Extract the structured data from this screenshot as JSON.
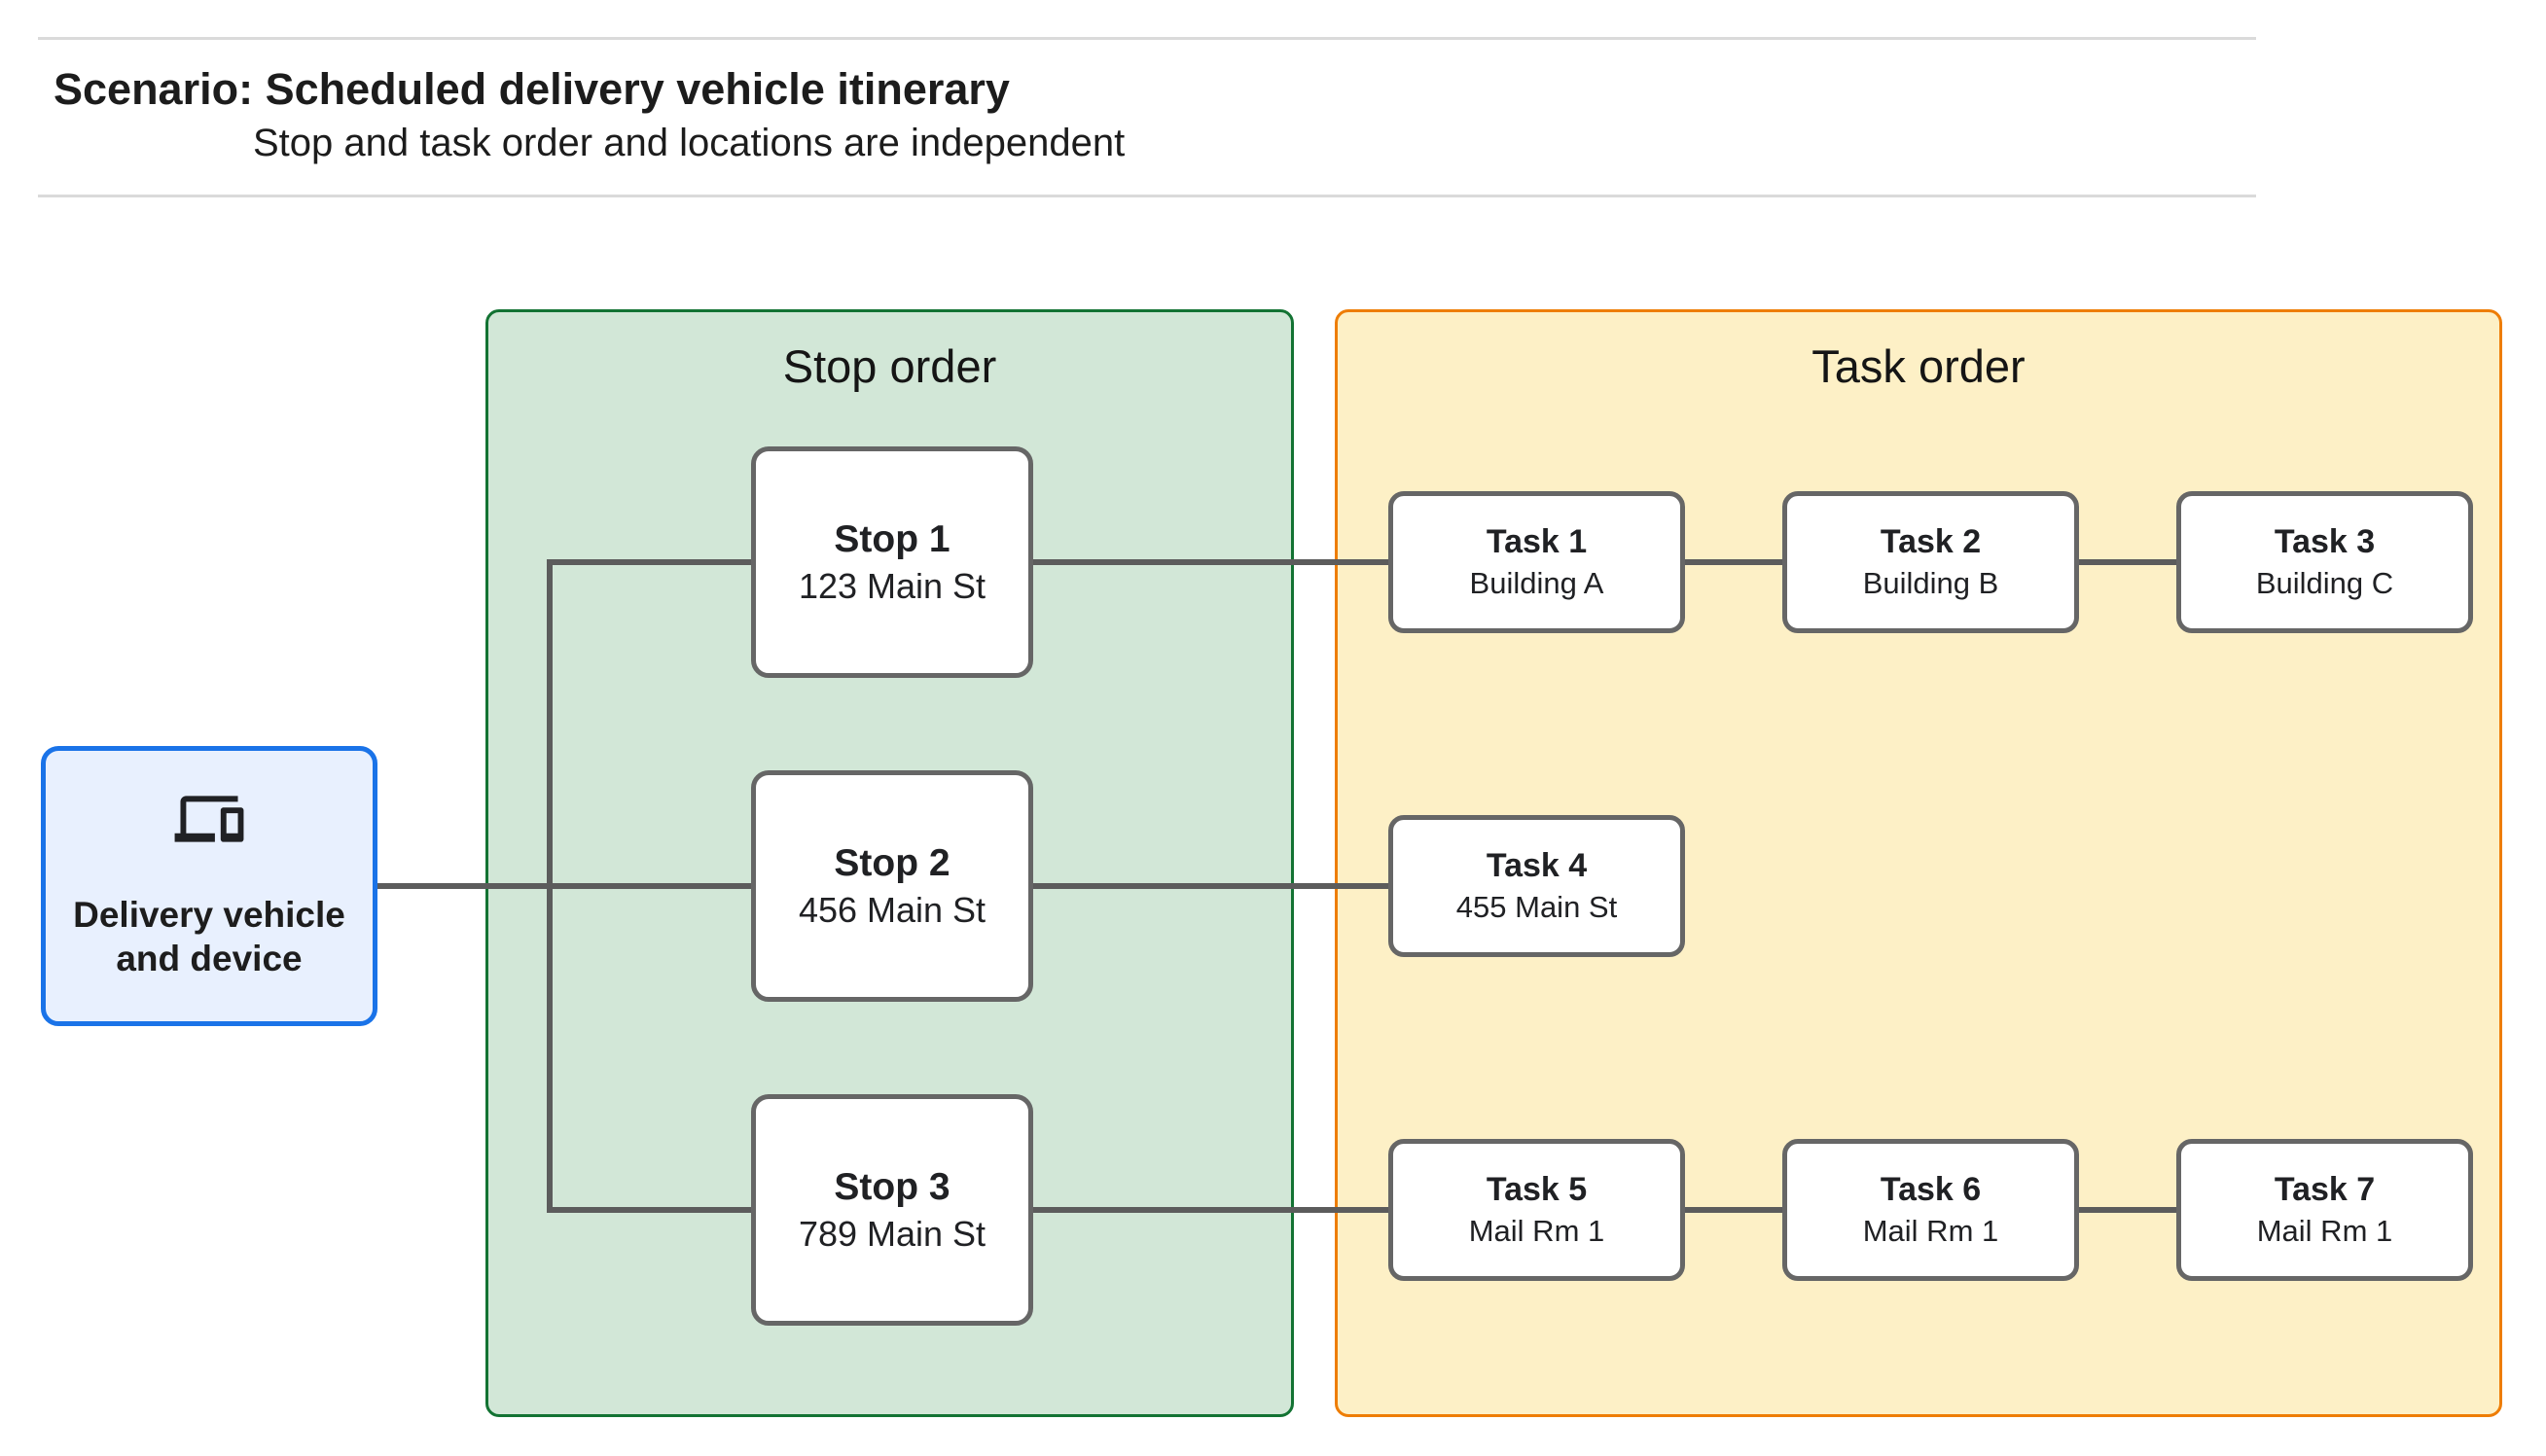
{
  "header": {
    "title": "Scenario: Scheduled delivery vehicle itinerary",
    "subtitle": "Stop and task order and locations are independent"
  },
  "device_node": {
    "icon": "devices-icon",
    "label_line1": "Delivery vehicle",
    "label_line2": "and device"
  },
  "stop_order": {
    "label": "Stop order",
    "stops": [
      {
        "name": "Stop 1",
        "address": "123 Main St"
      },
      {
        "name": "Stop 2",
        "address": "456 Main St"
      },
      {
        "name": "Stop 3",
        "address": "789 Main St"
      }
    ]
  },
  "task_order": {
    "label": "Task order",
    "rows": [
      [
        {
          "name": "Task 1",
          "location": "Building A"
        },
        {
          "name": "Task 2",
          "location": "Building B"
        },
        {
          "name": "Task 3",
          "location": "Building C"
        }
      ],
      [
        {
          "name": "Task 4",
          "location": "455 Main St"
        }
      ],
      [
        {
          "name": "Task 5",
          "location": "Mail Rm 1"
        },
        {
          "name": "Task 6",
          "location": "Mail Rm 1"
        },
        {
          "name": "Task 7",
          "location": "Mail Rm 1"
        }
      ]
    ]
  },
  "colors": {
    "stop-fill": "#d2e7d7",
    "stop-border": "#137333",
    "task-fill": "#fdf0c6",
    "task-border": "#ee7d05",
    "device-fill": "#e8f0fe",
    "device-border": "#1a73e8",
    "node-border": "#666666",
    "connector": "#5c5c5c",
    "text": "#202124",
    "divider": "#dadada"
  }
}
